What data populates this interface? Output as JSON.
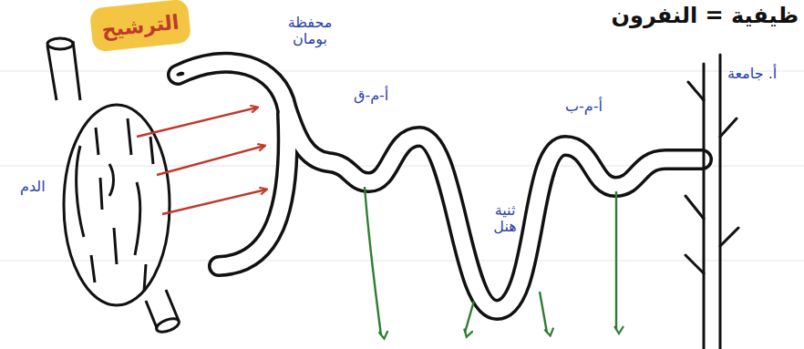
{
  "diagram": {
    "title": "ظيفية = النفرون",
    "nodes": [
      {
        "text": [
          "الترشيح"
        ]
      }
    ],
    "labels": [
      "محفظة بومان",
      "الدم",
      "أ-م-ق",
      "أ-م-ب",
      "ثنية هنل",
      "أ. جامعة"
    ]
  }
}
